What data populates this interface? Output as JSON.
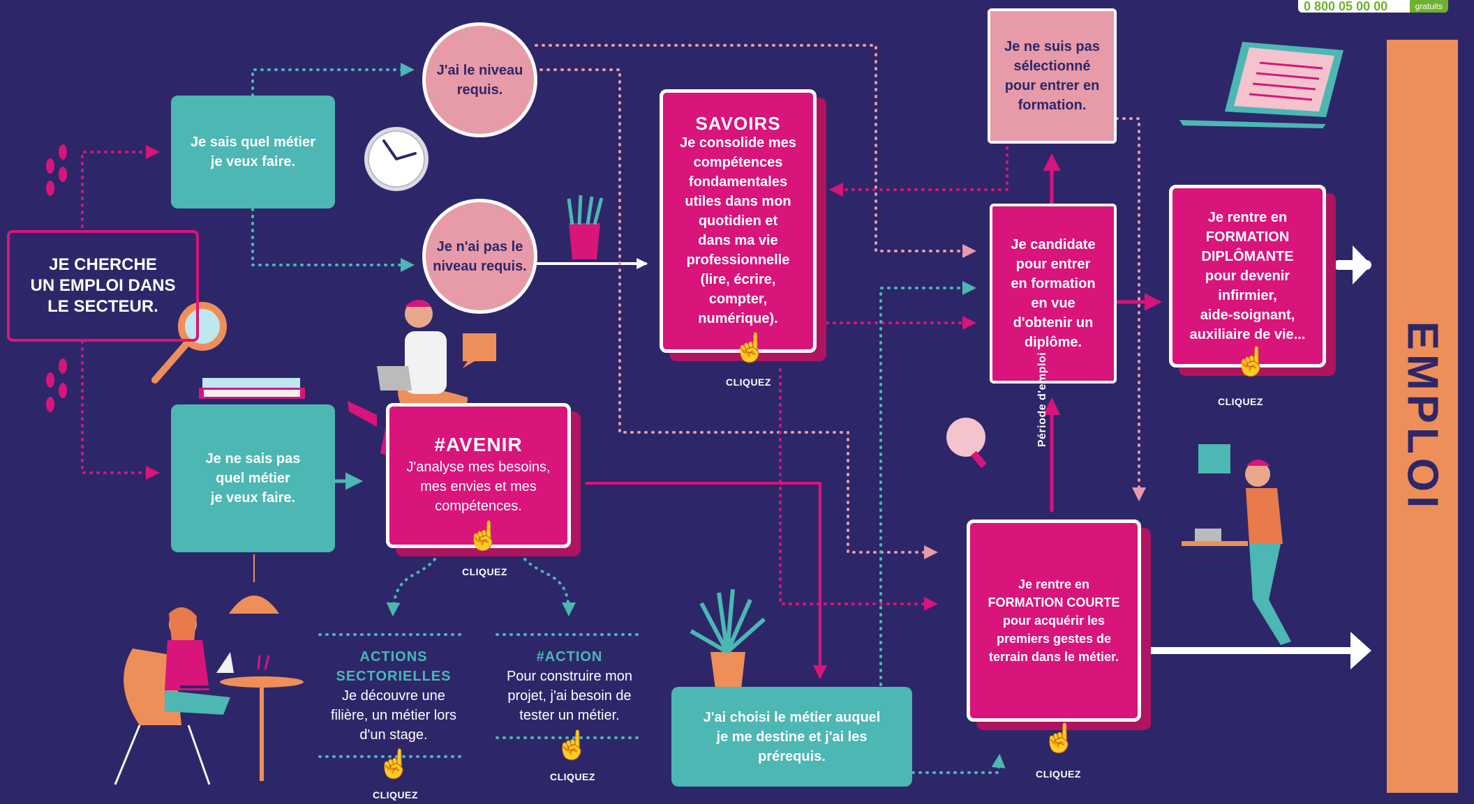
{
  "header": {
    "phone": "0 800 05 00 00",
    "phone_note": "gratuits"
  },
  "start": {
    "label": "JE CHERCHE\nUN EMPLOI DANS\nLE SECTEUR."
  },
  "know_job": "Je sais quel métier\nje veux faire.",
  "dont_know_job": "Je ne sais pas\nquel métier\nje veux faire.",
  "level_ok": "J'ai le niveau\nrequis.",
  "level_no": "Je n'ai pas le\nniveau requis.",
  "savoirs": {
    "title": "SAVOIRS",
    "body": "Je consolide mes\ncompétences\nfondamentales\nutiles dans mon\nquotidien et\ndans ma vie\nprofessionnelle\n(lire, écrire,\ncompter,\nnumérique).",
    "cta": "CLIQUEZ"
  },
  "not_selected": "Je ne suis pas\nsélectionné\npour entrer en\nformation.",
  "candidate": "Je candidate\npour entrer\nen formation\nen vue\nd'obtenir un\ndiplôme.",
  "formation_diplomante": {
    "body": "Je rentre en\nFORMATION\nDIPLÔMANTE\npour devenir\ninfirmier,\naide-soignant,\nauxiliaire de vie...",
    "cta": "CLIQUEZ"
  },
  "avenir": {
    "title": "#AVENIR",
    "body": "J'analyse mes besoins,\nmes envies et mes\ncompétences.",
    "cta": "CLIQUEZ"
  },
  "periode_emploi": "Période d'emploi",
  "formation_courte": {
    "body": "Je rentre en\nFORMATION COURTE\npour acquérir les\npremiers gestes de\nterrain dans le métier.",
    "cta": "CLIQUEZ"
  },
  "actions_sectorielles": {
    "title": "ACTIONS\nSECTORIELLES",
    "body": "Je découvre une\nfilière, un métier lors\nd'un stage.",
    "cta": "CLIQUEZ"
  },
  "action": {
    "title": "#ACTION",
    "body": "Pour construire mon\nprojet, j'ai besoin de\ntester un métier.",
    "cta": "CLIQUEZ"
  },
  "chosen": "J'ai choisi le métier auquel\nje me destine et j'ai les\nprérequis.",
  "emploi": "EMPLOI",
  "colors": {
    "background": "#2d2769",
    "teal": "#4cb7b3",
    "magenta": "#d9147a",
    "pink": "#e79aa8",
    "orange": "#ee8f5a"
  }
}
